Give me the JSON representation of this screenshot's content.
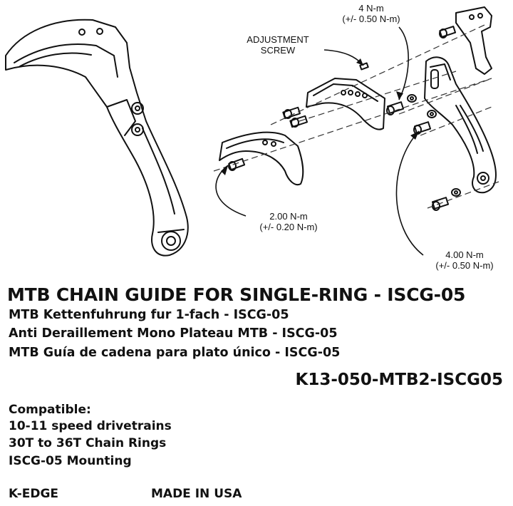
{
  "diagram": {
    "torque_top_value": "4 N-m",
    "torque_top_tol": "(+/- 0.50 N-m)",
    "adjust_line1": "ADJUSTMENT",
    "adjust_line2": "SCREW",
    "torque_left_value": "2.00 N-m",
    "torque_left_tol": "(+/- 0.20 N-m)",
    "torque_right_value": "4.00 N-m",
    "torque_right_tol": "(+/- 0.50 N-m)"
  },
  "titles": {
    "main": "MTB CHAIN GUIDE FOR SINGLE-RING - ISCG-05",
    "german": "MTB Kettenfuhrung fur 1-fach - ISCG-05",
    "french": "Anti Deraillement Mono Plateau MTB - ISCG-05",
    "spanish": "MTB Guía de cadena para plato único - ISCG-05"
  },
  "part_number": "K13-050-MTB2-ISCG05",
  "compatibility": {
    "heading": "Compatible:",
    "items": [
      "10-11 speed drivetrains",
      "30T to 36T Chain Rings",
      "ISCG-05 Mounting"
    ]
  },
  "footer": {
    "brand": "K-EDGE",
    "origin": "MADE IN USA"
  }
}
